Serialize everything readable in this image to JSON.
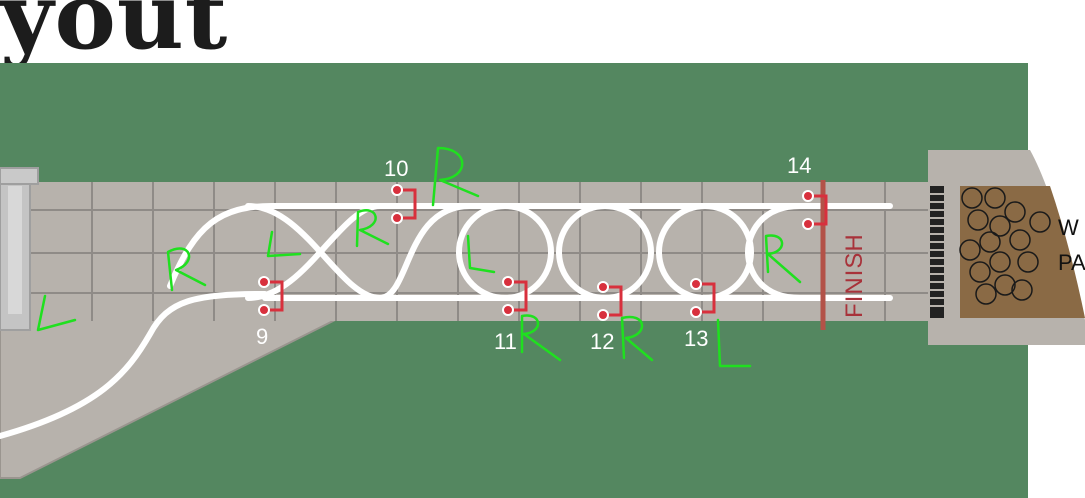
{
  "title": {
    "text": "yout"
  },
  "course": {
    "finish_label": "FINISH",
    "side_label_lines": [
      "W",
      "PA"
    ],
    "gates": [
      {
        "number": "9"
      },
      {
        "number": "10"
      },
      {
        "number": "11"
      },
      {
        "number": "12"
      },
      {
        "number": "13"
      },
      {
        "number": "14"
      }
    ],
    "annotations": [
      "L",
      "R",
      "L",
      "R",
      "R",
      "L",
      "R",
      "R",
      "L",
      "R"
    ],
    "colors": {
      "grass": "#548760",
      "pavement": "#b7b2ac",
      "grid": "#8f8b87",
      "track": "#ffffff",
      "gate": "#d8303d",
      "finish_line": "#b35248",
      "annotation": "#1fe01f",
      "sand": "#8a6a45"
    }
  }
}
